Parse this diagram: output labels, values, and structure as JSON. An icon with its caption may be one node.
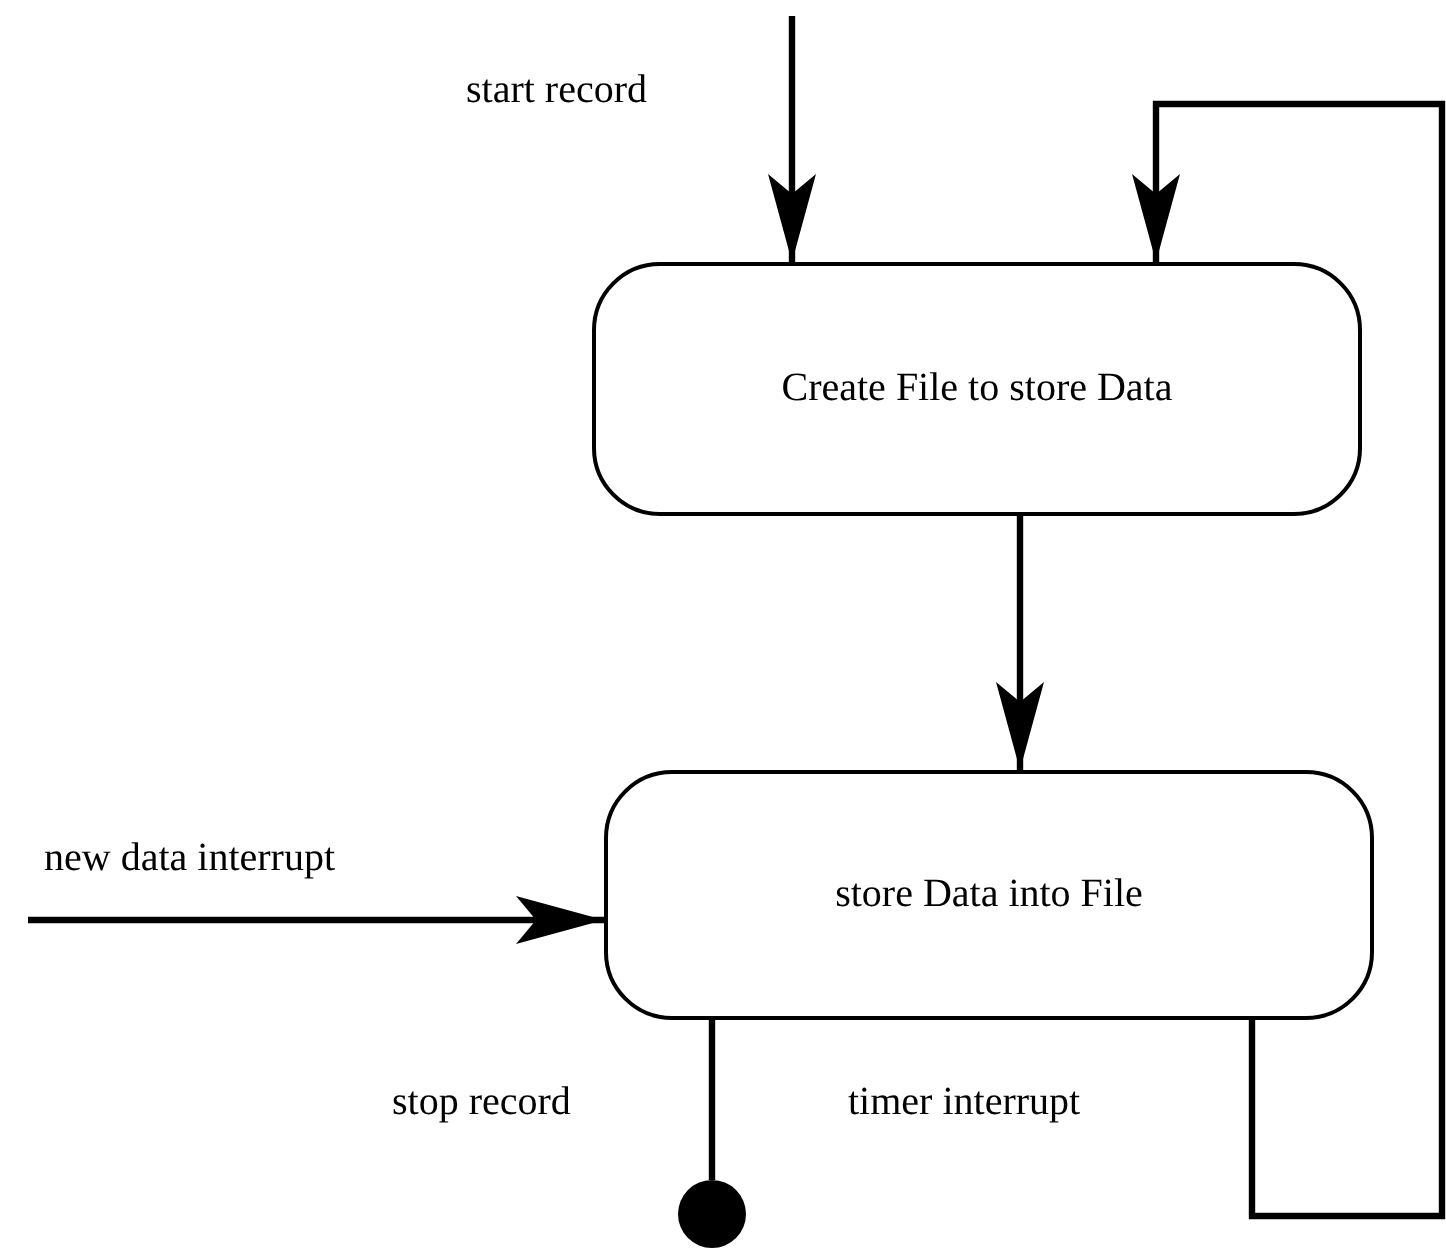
{
  "diagram": {
    "nodes": [
      {
        "text": [
          "Create File to store Data"
        ]
      },
      {
        "text": [
          "store Data into File"
        ]
      },
      {
        "text": [],
        "shape": "circle"
      }
    ],
    "edges": [
      {
        "from": null,
        "to": 0,
        "arrow": "to",
        "label": "start record"
      },
      {
        "from": 0,
        "to": 1,
        "arrow": "to"
      },
      {
        "from": null,
        "to": 1,
        "arrow": "to",
        "label": "new data interrupt"
      },
      {
        "from": 1,
        "to": 2,
        "arrow": "none",
        "label": "stop record"
      },
      {
        "from": 1,
        "to": 0,
        "arrow": "to",
        "label": "timer interrupt"
      }
    ]
  }
}
